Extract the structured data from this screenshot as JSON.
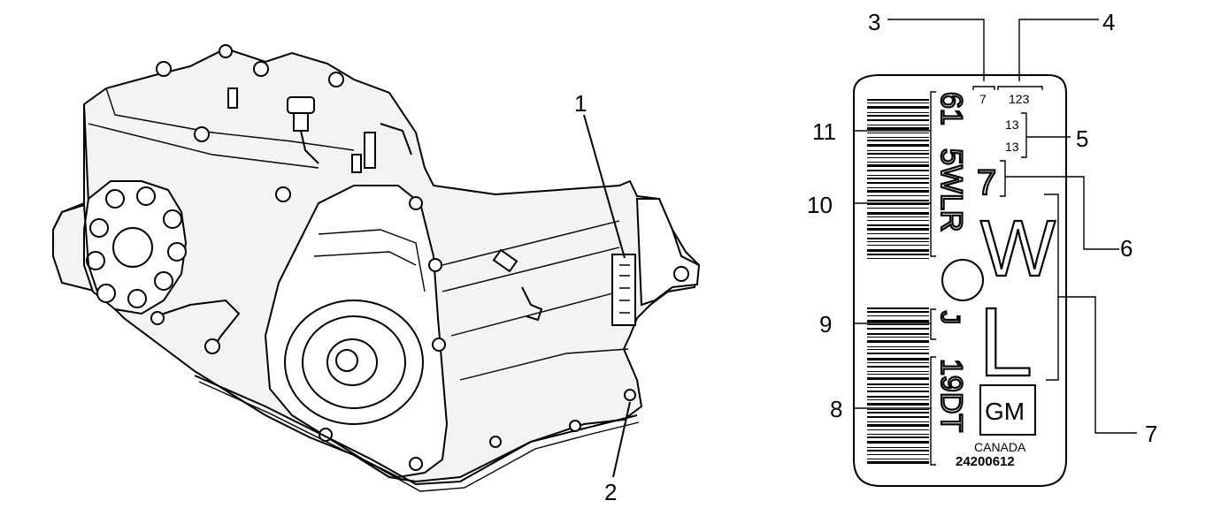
{
  "callouts": {
    "c1": "1",
    "c2": "2",
    "c3": "3",
    "c4": "4",
    "c5": "5",
    "c6": "6",
    "c7": "7",
    "c8": "8",
    "c9": "9",
    "c10": "10",
    "c11": "11"
  },
  "label": {
    "shift_code": "7",
    "julian_digits": "123",
    "line_a": "13",
    "line_b": "13",
    "model_vertical_1": "61",
    "model_vertical_2": "5WLR",
    "plant_letter": "J",
    "sequence_vertical": "19DT",
    "revision_box": "7",
    "big_letters": [
      "W",
      "L"
    ],
    "brand": "GM",
    "country": "CANADA",
    "part_number": "24200612"
  },
  "icons": {
    "transmission": "transmission-assembly-drawing",
    "label_card": "id-label-card"
  },
  "colors": {
    "ink": "#000000",
    "paper": "#ffffff"
  }
}
